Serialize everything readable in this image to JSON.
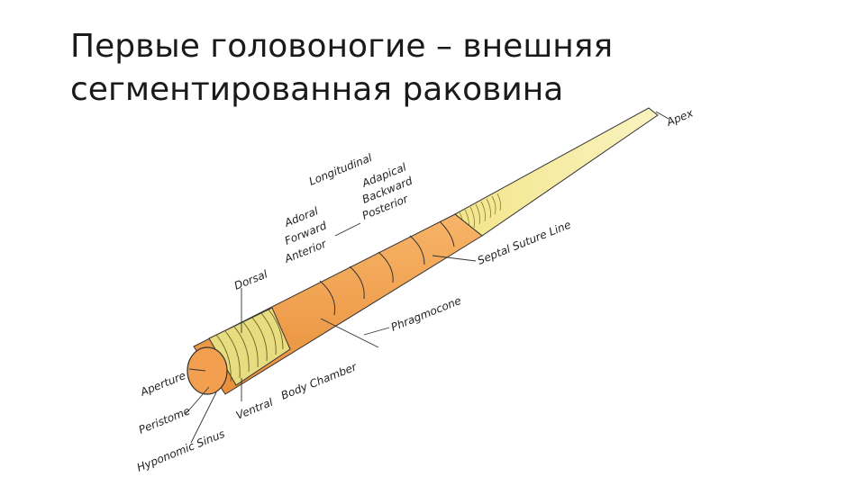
{
  "title": {
    "line1": "Первые головоногие – внешняя",
    "line2": "сегментированная раковина"
  },
  "diagram": {
    "labels": {
      "apex": "Apex",
      "longitudinal": "Longitudinal",
      "adapical": "Adapical",
      "backward": "Backward",
      "posterior": "Posterior",
      "adoral": "Adoral",
      "forward": "Forward",
      "anterior": "Anterior",
      "septal_suture_line": "Septal Suture Line",
      "dorsal": "Dorsal",
      "phragmocone": "Phragmocone",
      "body_chamber": "Body Chamber",
      "aperture": "Aperture",
      "peristome": "Peristome",
      "ventral": "Ventral",
      "hyponomic_sinus": "Hyponomic Sinus"
    },
    "colors": {
      "shell_body": "#f0a050",
      "shell_apex": "#f5ec9a",
      "growth_lines": "#e8d878",
      "outline": "#333333"
    }
  }
}
